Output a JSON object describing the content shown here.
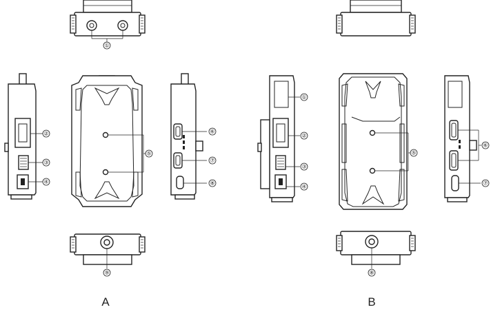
{
  "figure": {
    "panel_labels": {
      "a": "A",
      "b": "B"
    },
    "callouts_a": [
      "①",
      "②",
      "③",
      "④",
      "⑤",
      "⑥",
      "⑦",
      "⑧",
      "⑨"
    ],
    "callouts_b": [
      "①",
      "②",
      "③",
      "④",
      "⑤",
      "⑥",
      "⑦",
      "⑧"
    ]
  }
}
